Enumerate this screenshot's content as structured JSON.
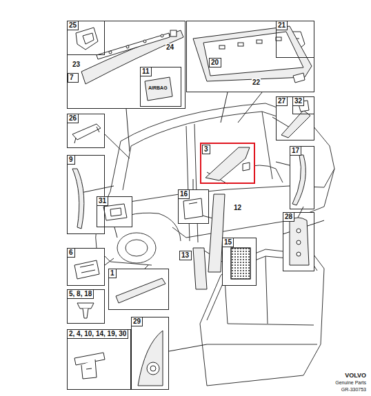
{
  "diagram": {
    "nodes": [
      {
        "text": [
          "24",
          "23"
        ]
      },
      {
        "text": [
          "25"
        ],
        "in": 0
      },
      {
        "text": [
          "7"
        ],
        "in": 0
      },
      {
        "text": [
          "11",
          "AIRBAG"
        ],
        "in": 0
      },
      {
        "text": [
          "22"
        ]
      },
      {
        "text": [
          "21"
        ],
        "in": 4
      },
      {
        "text": [
          "20"
        ],
        "in": 4
      },
      {
        "text": [
          "26"
        ]
      },
      {
        "text": [
          "27"
        ]
      },
      {
        "text": [
          "32"
        ],
        "in": 8
      },
      {
        "text": [
          "3"
        ]
      },
      {
        "text": [
          "17"
        ]
      },
      {
        "text": [
          "9"
        ]
      },
      {
        "text": [
          "31"
        ]
      },
      {
        "text": [
          "16"
        ]
      },
      {
        "text": [
          "13"
        ]
      },
      {
        "text": [
          "15"
        ]
      },
      {
        "text": [
          "28"
        ]
      },
      {
        "text": [
          "6"
        ]
      },
      {
        "text": [
          "1"
        ]
      },
      {
        "text": [
          "5, 8, 18"
        ]
      },
      {
        "text": [
          "2, 4, 10, 14, 19, 30"
        ]
      },
      {
        "text": [
          "29"
        ]
      }
    ],
    "labels": [
      "12",
      "VOLVO",
      "Genuine Parts",
      "GR-330753"
    ]
  }
}
